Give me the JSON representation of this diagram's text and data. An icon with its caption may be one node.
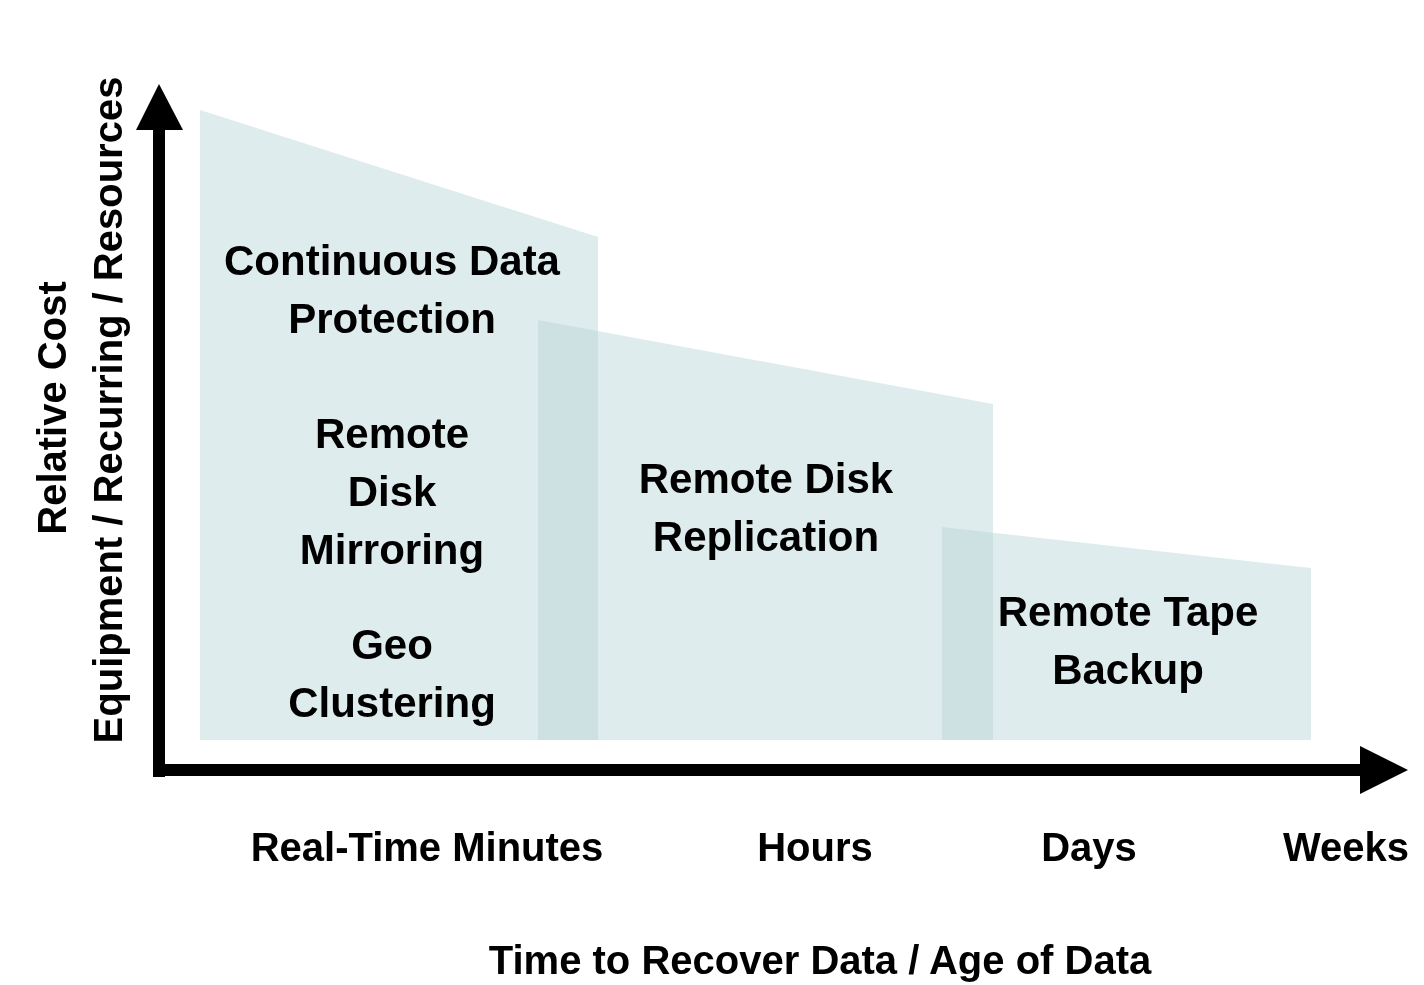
{
  "diagram": {
    "nodes": [
      {
        "text": [
          "Continuous Data Protection",
          "Remote Disk Mirroring",
          "Geo Clustering"
        ]
      },
      {
        "text": [
          "Remote Disk Replication"
        ]
      },
      {
        "text": [
          "Remote Tape Backup"
        ]
      }
    ],
    "labels": [
      "Relative Cost",
      "Equipment / Recurring / Resources",
      "Real-Time Minutes",
      "Hours",
      "Days",
      "Weeks",
      "Time to Recover Data / Age of Data"
    ]
  }
}
